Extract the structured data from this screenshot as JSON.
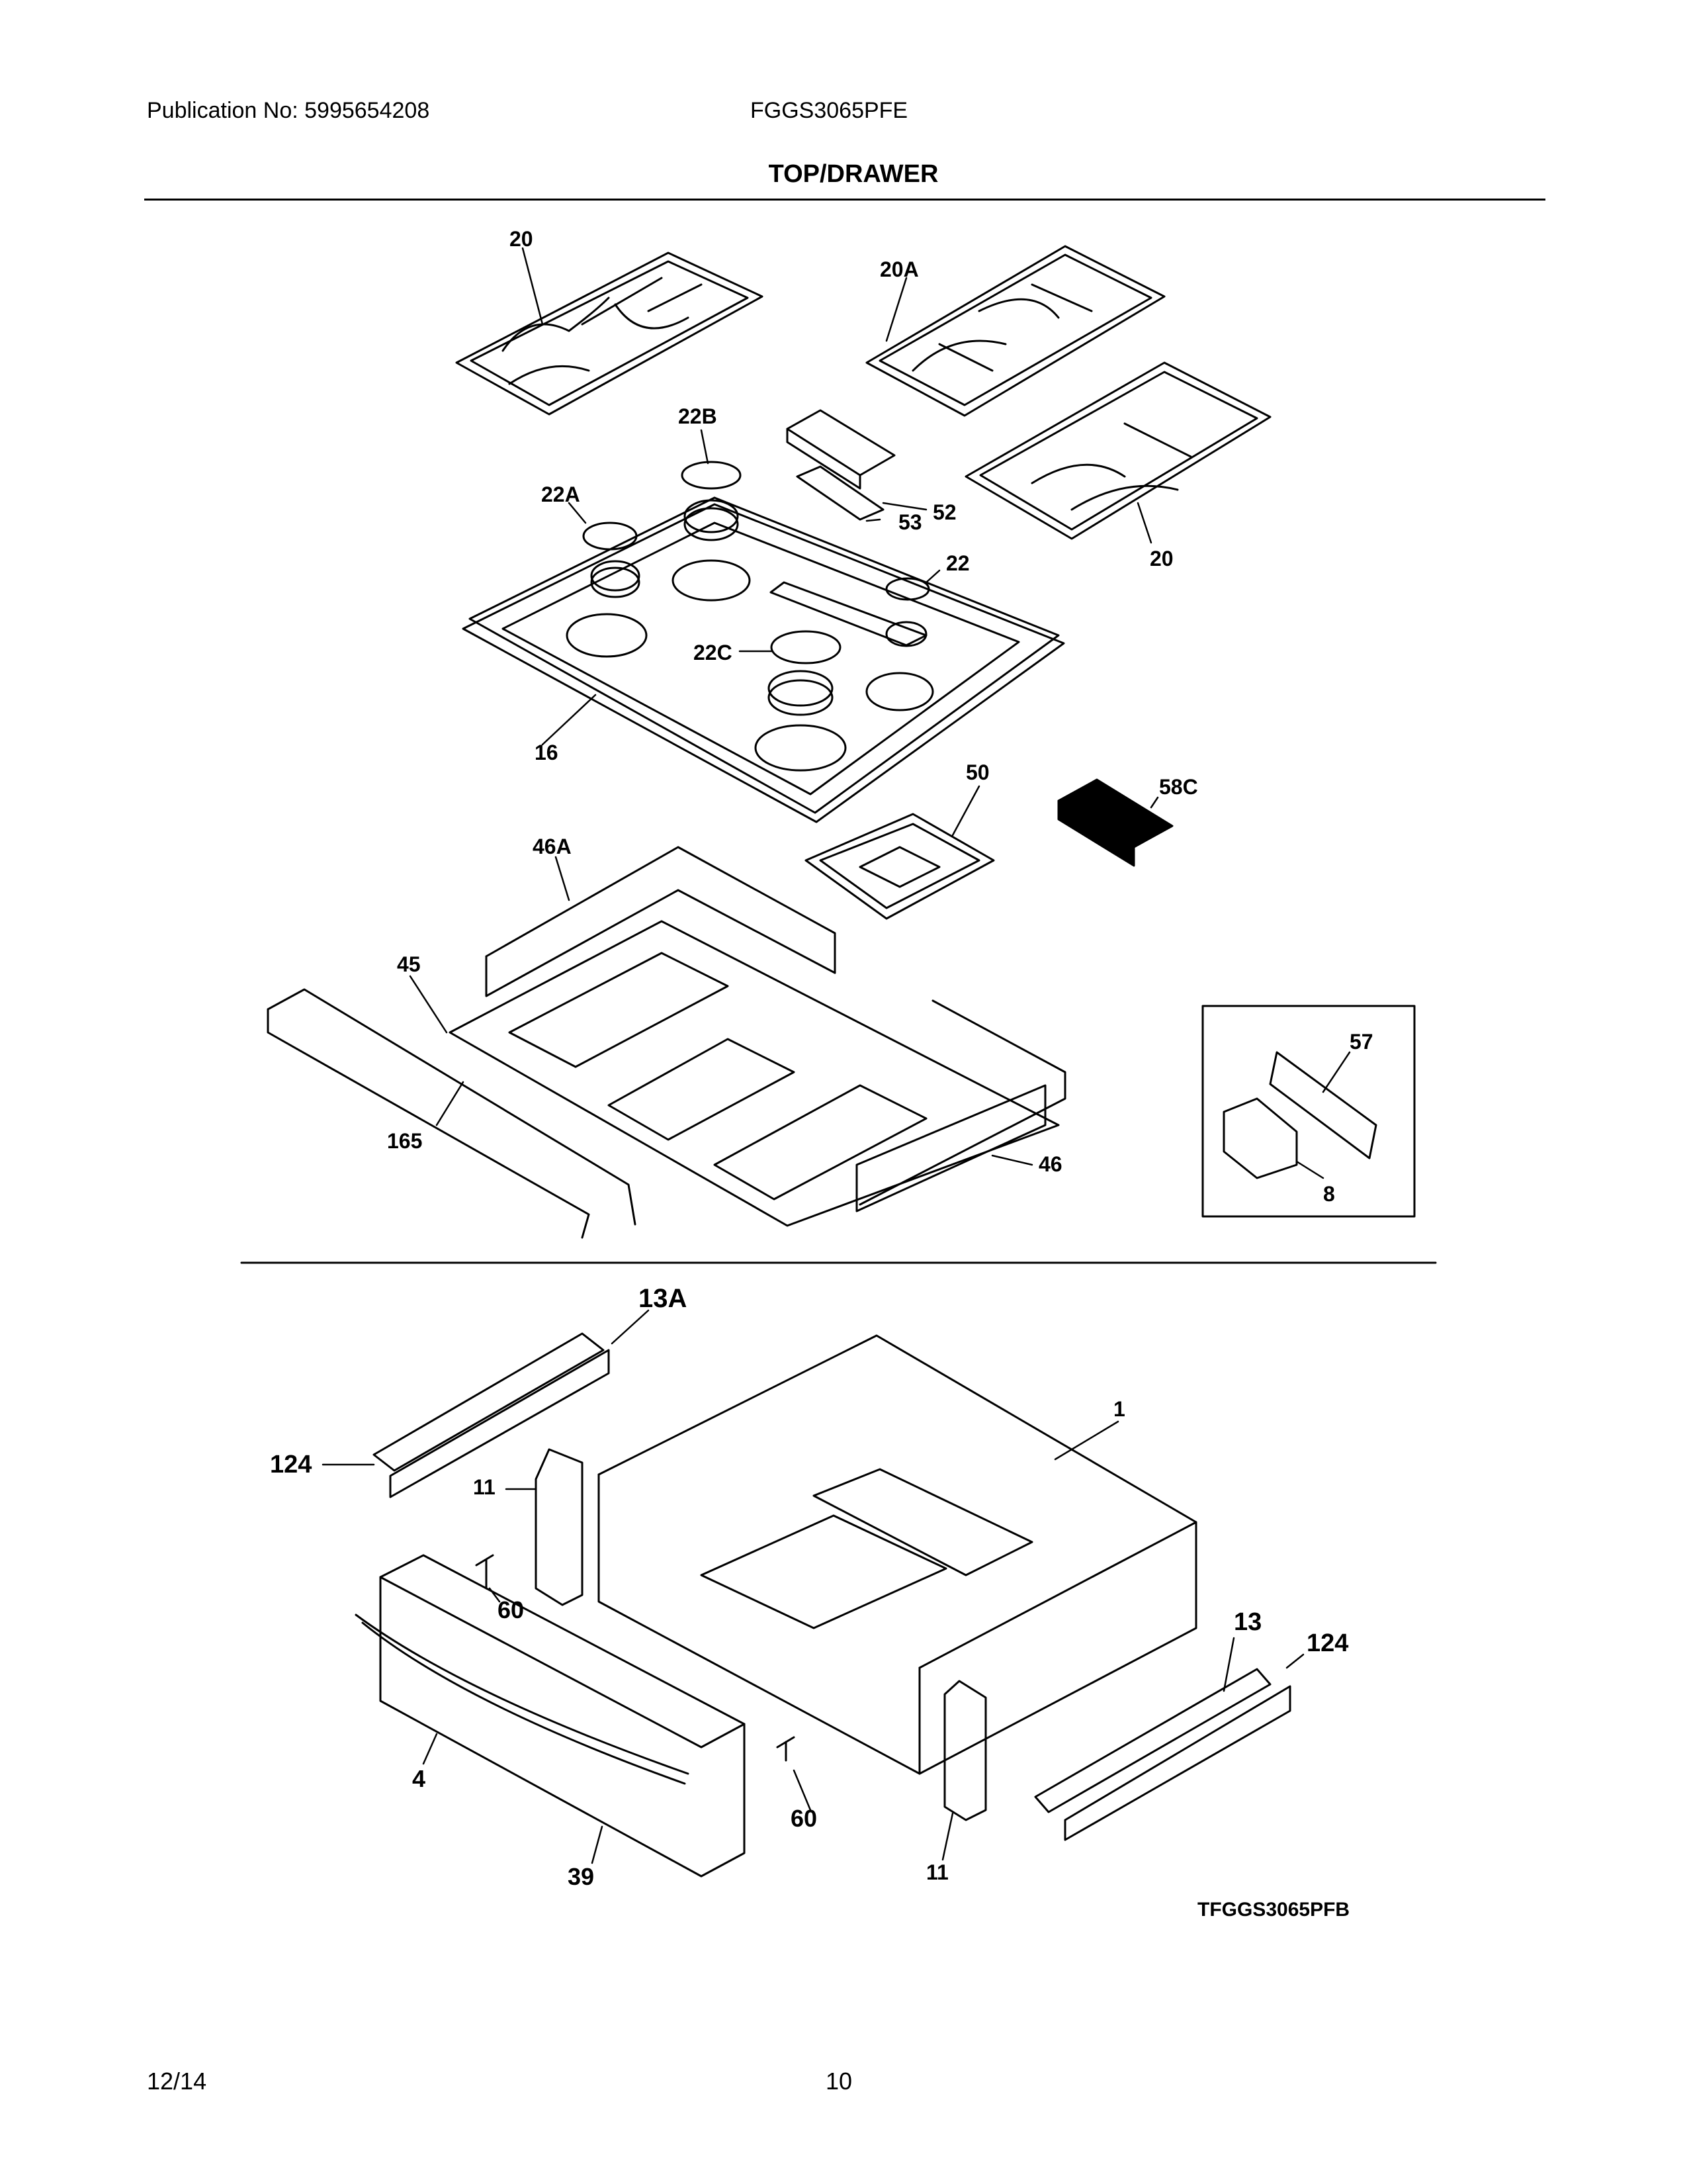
{
  "header": {
    "publication": "Publication No: 5995654208",
    "model": "FGGS3065PFE",
    "section_title": "TOP/DRAWER"
  },
  "diagram": {
    "callouts": [
      "20",
      "20A",
      "22B",
      "52",
      "53",
      "22A",
      "22",
      "20",
      "22C",
      "16",
      "50",
      "58C",
      "46A",
      "45",
      "165",
      "46",
      "57",
      "8",
      "13A",
      "1",
      "124",
      "11",
      "60",
      "13",
      "124",
      "4",
      "60",
      "39",
      "11"
    ],
    "drawing_code": "TFGGS3065PFB"
  },
  "footer": {
    "date": "12/14",
    "page": "10"
  }
}
